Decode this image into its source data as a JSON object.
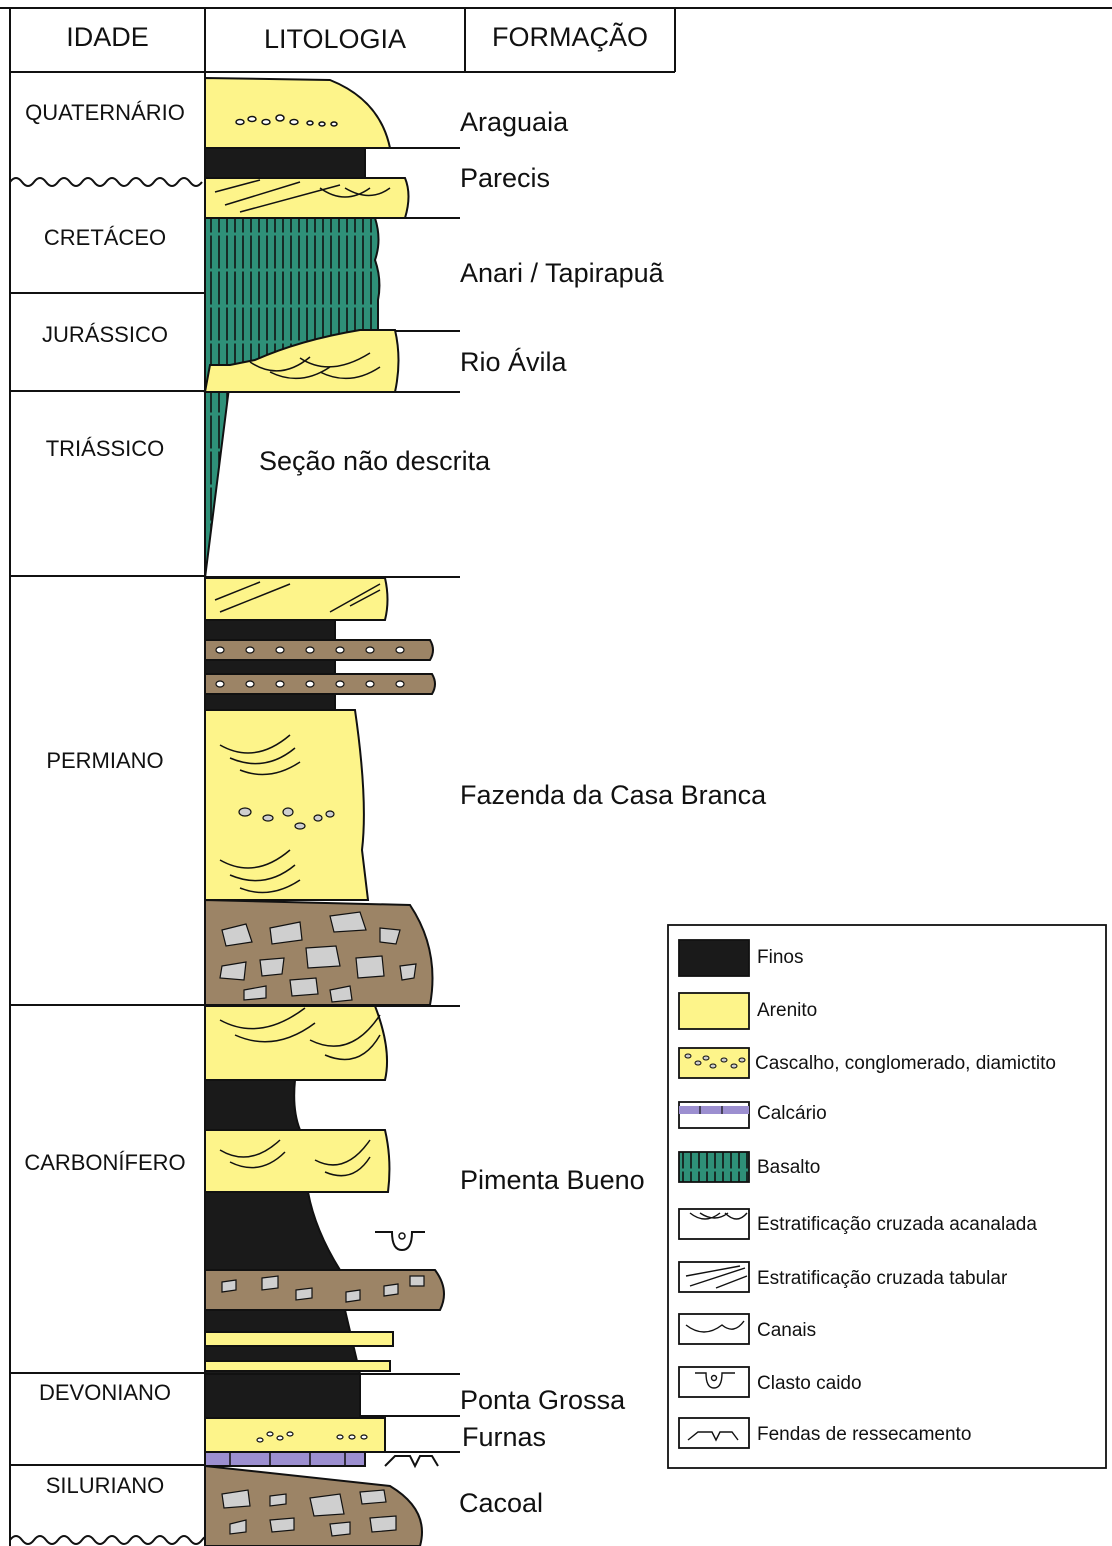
{
  "header": {
    "col_age": "IDADE",
    "col_lith": "LITOLOGIA",
    "col_form": "FORMAÇÃO"
  },
  "ages": [
    "QUATERNÁRIO",
    "CRETÁCEO",
    "JURÁSSICO",
    "TRIÁSSICO",
    "PERMIANO",
    "CARBONÍFERO",
    "DEVONIANO",
    "SILURIANO"
  ],
  "formations": [
    "Araguaia",
    "Parecis",
    "Anari / Tapirapuã",
    "Rio Ávila",
    "Seção não descrita",
    "Fazenda da Casa Branca",
    "Pimenta Bueno",
    "Ponta Grossa",
    "Furnas",
    "Cacoal"
  ],
  "legend": [
    "Finos",
    "Arenito",
    "Cascalho, conglomerado, diamictito",
    "Calcário",
    "Basalto",
    "Estratificação cruzada acanalada",
    "Estratificação cruzada tabular",
    "Canais",
    "Clasto caido",
    "Fendas de ressecamento"
  ],
  "colors": {
    "finos": "#1a1a1a",
    "arenito": "#fdf48a",
    "cascalho": "#9c8466",
    "calcario": "#9c8fd0",
    "basalto": "#2e9078"
  }
}
